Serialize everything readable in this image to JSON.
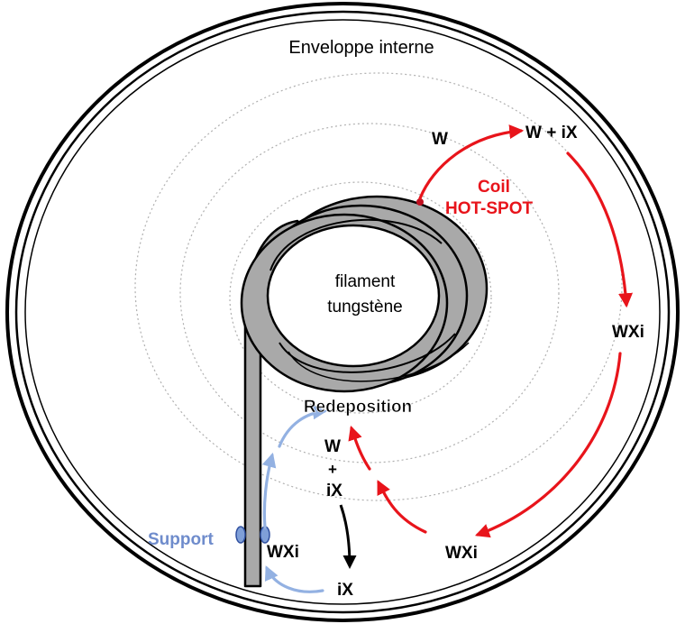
{
  "labels": {
    "envelope": "Enveloppe interne",
    "filament_line1": "filament",
    "filament_line2": "tungstène",
    "w_top": "W",
    "w_plus_ix_top": "W + iX",
    "coil": "Coil",
    "hot_spot": "HOT-SPOT",
    "wxi_right": "WXi",
    "redeposition": "Redeposition",
    "w_mid": "W",
    "plus_mid": "+",
    "ix_mid": "iX",
    "wxi_bottom": "WXi",
    "support": "Support",
    "wxi_left": "WXi",
    "ix_bottom": "iX"
  },
  "colors": {
    "red_arrow": "#e8141b",
    "blue_arrow": "#93b1e2",
    "support_text": "#6f8ccc",
    "coil_text": "#e8141b",
    "black": "#000000",
    "filament_fill": "#a9a9a9",
    "dotted_circle": "#b0b0b0"
  }
}
